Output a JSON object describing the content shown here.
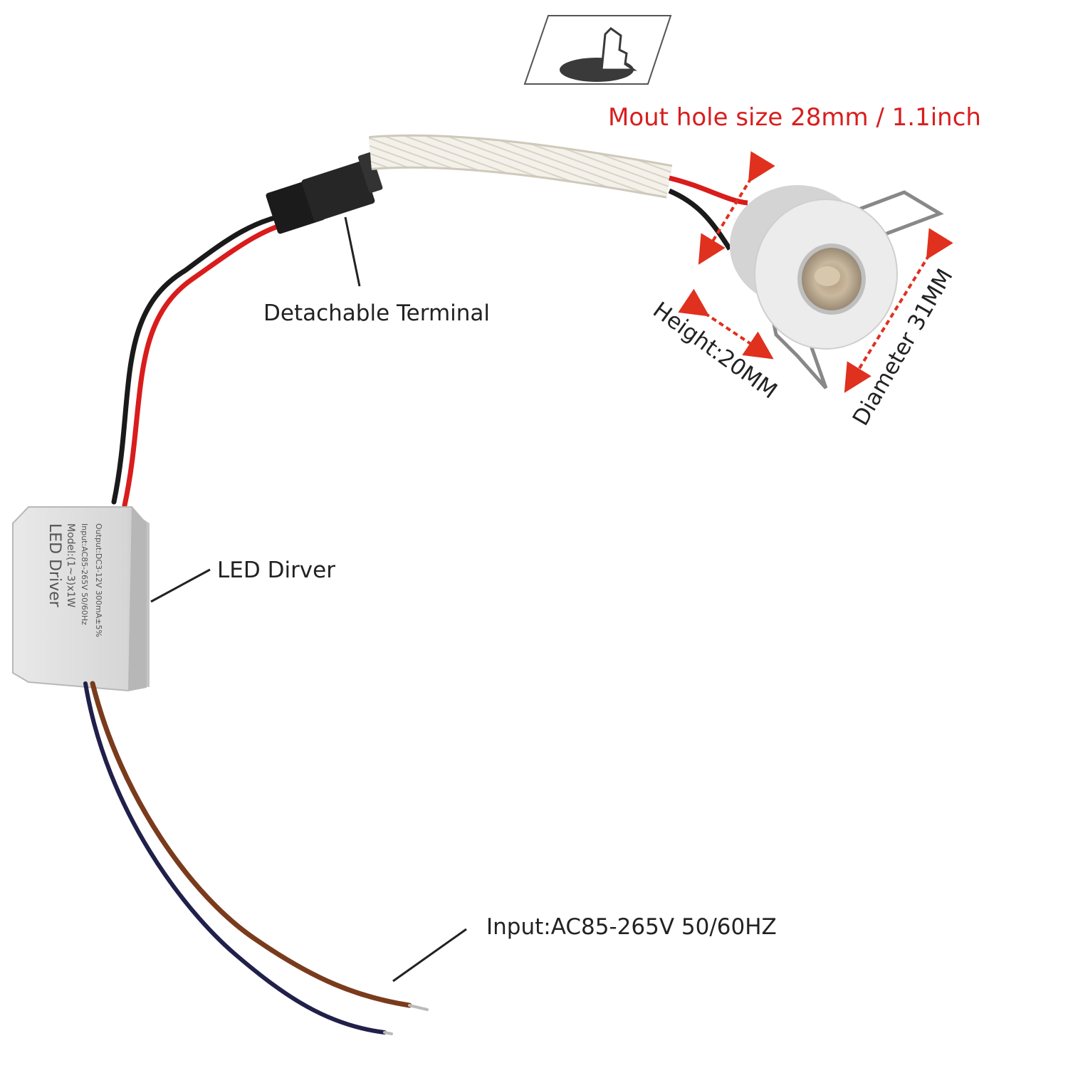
{
  "labels": {
    "mount_hole": "Mout hole size 28mm / 1.1inch",
    "detachable_terminal": "Detachable Terminal",
    "height": "Height:20MM",
    "diameter": "Diameter 31MM",
    "led_driver": "LED Dirver",
    "input": "Input:AC85-265V 50/60HZ"
  },
  "driver_print": {
    "title": "LED Driver",
    "model": "Model:(1~3)x1W",
    "input": "Input:AC85-265V 50/60Hz",
    "output": "Output:DC3-12V 300mA±5%"
  },
  "colors": {
    "label_red": "#d81e1e",
    "dimension_arrow": "#e0301e",
    "wire_red": "#d91c1c",
    "wire_black": "#1a1a1a",
    "wire_brown": "#7a3b1c",
    "wire_navy": "#20204a",
    "driver_body": "#dcdcdc",
    "lamp_body": "#e9e9e9"
  },
  "icons": {
    "mount_icon": "hole-saw-mount-icon",
    "connector": "connector-plug-icon",
    "lamp": "led-spotlight-icon",
    "driver": "led-driver-box-icon"
  }
}
